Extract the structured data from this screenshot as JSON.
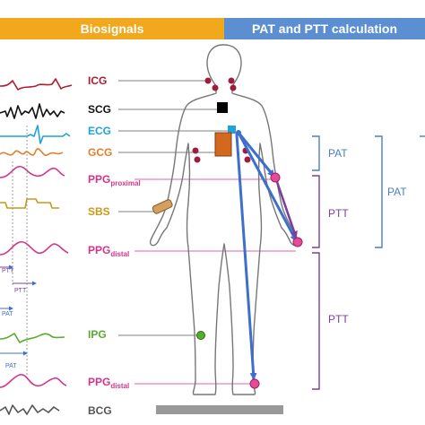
{
  "headers": {
    "left": "Biosignals",
    "right": "PAT and PTT calculation"
  },
  "signals": [
    {
      "id": "icg",
      "label": "ICG",
      "sub": "",
      "color": "#b01c2e"
    },
    {
      "id": "scg",
      "label": "SCG",
      "sub": "",
      "color": "#111111"
    },
    {
      "id": "ecg",
      "label": "ECG",
      "sub": "",
      "color": "#1fa3d9"
    },
    {
      "id": "gcg",
      "label": "GCG",
      "sub": "",
      "color": "#e47d2c"
    },
    {
      "id": "ppg-proximal",
      "label": "PPG",
      "sub": "proximal",
      "color": "#d6338a"
    },
    {
      "id": "sbs",
      "label": "SBS",
      "sub": "",
      "color": "#c99a17"
    },
    {
      "id": "ppg-distal-1",
      "label": "PPG",
      "sub": "distal",
      "color": "#d6338a"
    },
    {
      "id": "ipg",
      "label": "IPG",
      "sub": "",
      "color": "#5aab2e"
    },
    {
      "id": "ppg-distal-2",
      "label": "PPG",
      "sub": "distal",
      "color": "#d6338a"
    },
    {
      "id": "bcg",
      "label": "BCG",
      "sub": "",
      "color": "#555555"
    }
  ],
  "interval_labels": {
    "pat_top": "PAT",
    "ptt_top": "PTT",
    "pat_outer": "PAT",
    "ptt_bottom": "PTT"
  },
  "timing_labels": [
    "PTT",
    "PTT",
    "PAT",
    "PAT"
  ],
  "colors": {
    "pat_bracket": "#4a7fc1",
    "ptt_bracket": "#7b3fa0",
    "arrow_blue": "#3d6fcf",
    "arrow_purple": "#7b3fa0"
  }
}
